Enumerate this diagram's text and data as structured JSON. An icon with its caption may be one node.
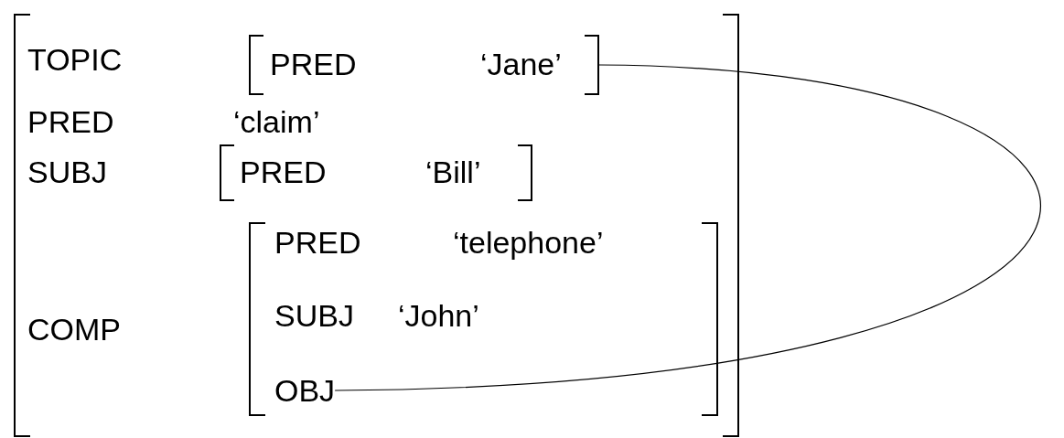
{
  "diagram": {
    "nodes": [
      {
        "text": [],
        "shape": "bracket"
      },
      {
        "text": [
          "PRED",
          "‘Jane’"
        ],
        "in": 0
      },
      {
        "text": [
          "PRED",
          "‘Bill’"
        ],
        "in": 0
      },
      {
        "text": [
          "PRED",
          "‘telephone’",
          "SUBJ",
          "‘John’"
        ],
        "in": 0
      },
      {
        "text": [
          "OBJ"
        ],
        "in": 3
      }
    ],
    "edges": [
      {
        "from": 1,
        "to": 4,
        "arrow": "none"
      }
    ],
    "labels": [
      "TOPIC",
      "PRED",
      "‘claim’",
      "SUBJ",
      "COMP"
    ]
  }
}
